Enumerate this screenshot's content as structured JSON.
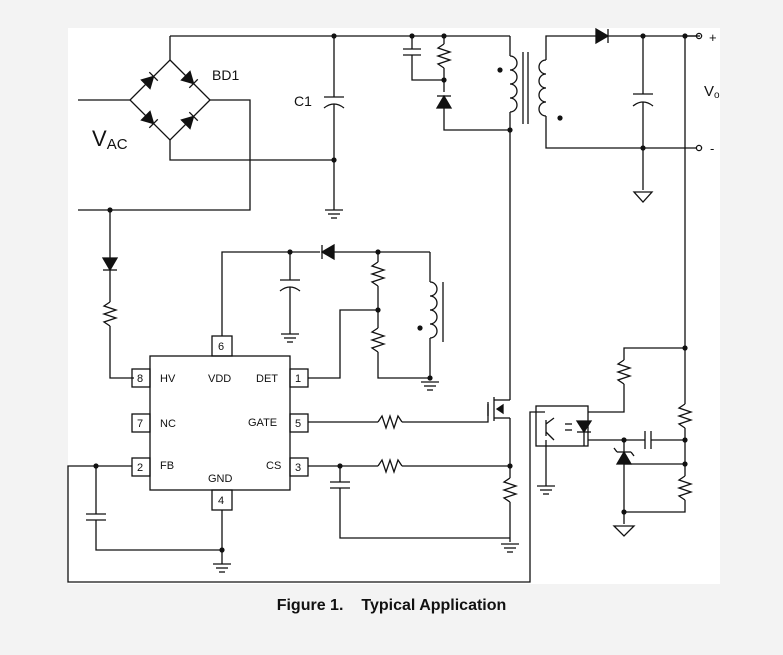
{
  "labels": {
    "bridge": "BD1",
    "cap_c1": "C1",
    "vac_main": "V",
    "vac_sub": "AC",
    "vo_main": "V",
    "vo_sub": "o",
    "out_plus": "+",
    "out_minus": "-"
  },
  "ic": {
    "pins": [
      {
        "num": "8",
        "name": "HV"
      },
      {
        "num": "7",
        "name": "NC"
      },
      {
        "num": "2",
        "name": "FB"
      },
      {
        "num": "1",
        "name": "DET"
      },
      {
        "num": "5",
        "name": "GATE"
      },
      {
        "num": "3",
        "name": "CS"
      },
      {
        "num": "6",
        "name": "VDD"
      },
      {
        "num": "4",
        "name": "GND"
      }
    ]
  },
  "caption": {
    "figure": "Figure 1.",
    "title": "Typical Application"
  }
}
